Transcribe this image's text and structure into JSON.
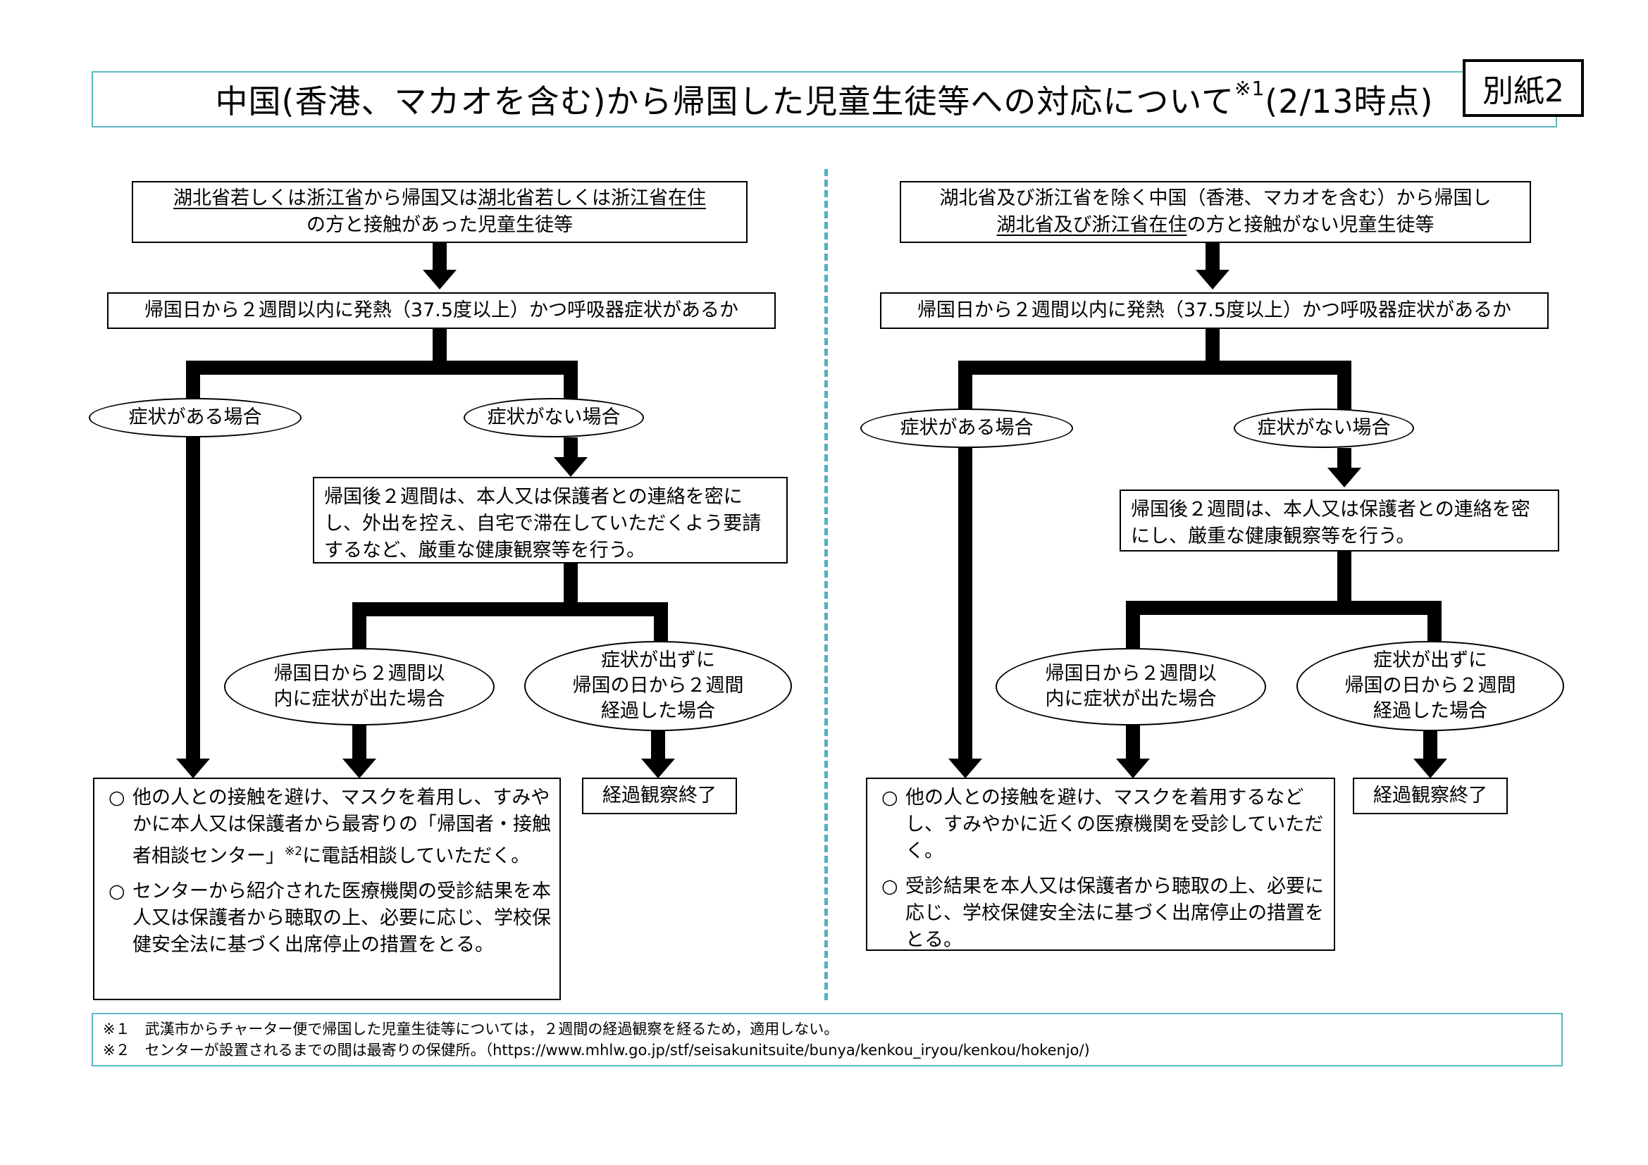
{
  "header": {
    "title": "中国(香港、マカオを含む)から帰国した児童生徒等への対応について",
    "title_note_mark": "※1",
    "title_date": "(2/13時点)",
    "annex_label": "別紙2"
  },
  "left": {
    "top_box": {
      "line1_underlined_a": "湖北省若しくは浙江省",
      "line1_plain": "から帰国又は",
      "line1_underlined_b": "湖北省若しくは浙江省在住",
      "line2": "の方と接触があった児童生徒等"
    },
    "question": "帰国日から２週間以内に発熱（37.5度以上）かつ呼吸器症状があるか",
    "symptoms_yes": "症状がある場合",
    "symptoms_no": "症状がない場合",
    "observation_box": "帰国後２週間は、本人又は保護者との連絡を密にし、外出を控え、自宅で滞在していただくよう要請するなど、厳重な健康観察等を行う。",
    "within_2w_line1": "帰国日から２週間以",
    "within_2w_line2": "内に症状が出た場合",
    "no_symptoms_line1": "症状が出ずに",
    "no_symptoms_line2": "帰国の日から２週間",
    "no_symptoms_line3": "経過した場合",
    "end_observation": "経過観察終了",
    "action_bullet": "○",
    "action_1a": "他の人との接触を避け、マスクを着用し、すみやかに本人又は保護者から最寄りの「帰国者・接触者相談センター」",
    "action_1_note": "※2",
    "action_1b": "に電話相談していただく。",
    "action_2": "センターから紹介された医療機関の受診結果を本人又は保護者から聴取の上、必要に応じ、学校保健安全法に基づく出席停止の措置をとる。"
  },
  "right": {
    "top_box": {
      "line1": "湖北省及び浙江省を除く中国（香港、マカオを含む）から帰国し",
      "line2_underlined": "湖北省及び浙江省在住",
      "line2_plain": "の方と接触がない児童生徒等"
    },
    "question": "帰国日から２週間以内に発熱（37.5度以上）かつ呼吸器症状があるか",
    "symptoms_yes": "症状がある場合",
    "symptoms_no": "症状がない場合",
    "observation_box": "帰国後２週間は、本人又は保護者との連絡を密にし、厳重な健康観察等を行う。",
    "within_2w_line1": "帰国日から２週間以",
    "within_2w_line2": "内に症状が出た場合",
    "no_symptoms_line1": "症状が出ずに",
    "no_symptoms_line2": "帰国の日から２週間",
    "no_symptoms_line3": "経過した場合",
    "end_observation": "経過観察終了",
    "action_bullet": "○",
    "action_1": "他の人との接触を避け、マスクを着用するなどし、すみやかに近くの医療機関を受診していただく。",
    "action_2": "受診結果を本人又は保護者から聴取の上、必要に応じ、学校保健安全法に基づく出席停止の措置をとる。"
  },
  "notes": {
    "note1": "※１　武漢市からチャーター便で帰国した児童生徒等については，２週間の経過観察を経るため，適用しない。",
    "note2": "※２　センターが設置されるまでの間は最寄りの保健所。（https://www.mhlw.go.jp/stf/seisakunitsuite/bunya/kenkou_iryou/kenkou/hokenjo/)"
  },
  "colors": {
    "frame_teal": "#5bb8c2",
    "divider_teal": "#4fb3bd",
    "line_black": "#000000"
  }
}
